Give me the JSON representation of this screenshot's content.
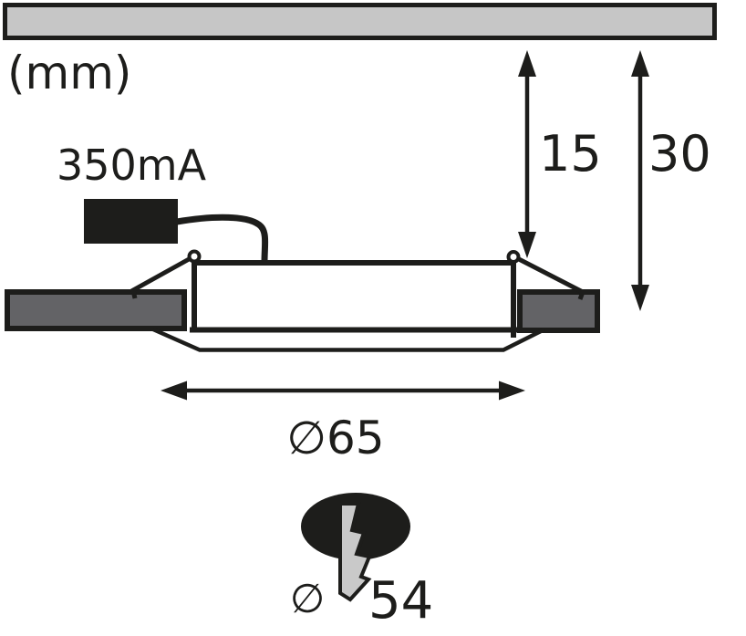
{
  "drawing": {
    "units_label": "(mm)",
    "driver": {
      "current_label": "350mA"
    },
    "dimensions": {
      "depth_to_housing_top": "15",
      "total_recess_depth": "30",
      "outer_diameter_label": "∅65",
      "cutout_symbol": "∅",
      "cutout_value": "54"
    },
    "colors": {
      "line_black": "#1d1d1b",
      "fill_black": "#1d1d1b",
      "surface_gray": "#c6c6c6",
      "panel_gray": "#636366",
      "bolt_gray": "#c9c9c9",
      "white": "#ffffff"
    }
  }
}
